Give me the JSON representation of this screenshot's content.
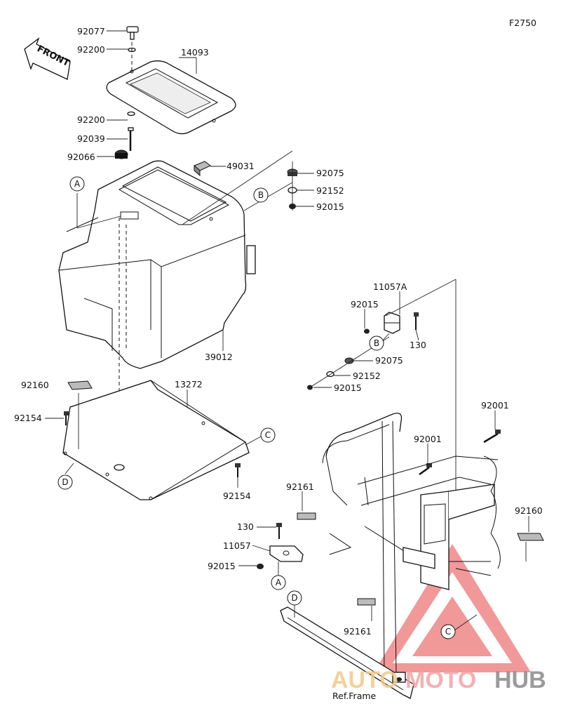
{
  "diagram_id": "F2750",
  "front_label": "FRONT",
  "parts": {
    "p92077": "92077",
    "p92200_top": "92200",
    "p14093": "14093",
    "p92200_mid": "92200",
    "p92039": "92039",
    "p92066": "92066",
    "p49031": "49031",
    "p92075_top": "92075",
    "p92152_top": "92152",
    "p92015_top": "92015",
    "p39012": "39012",
    "p11057A": "11057A",
    "p92015_right": "92015",
    "p130_right": "130",
    "p92075_mid": "92075",
    "p92152_mid": "92152",
    "p92015_mid": "92015",
    "p92160_left": "92160",
    "p13272": "13272",
    "p92154_left": "92154",
    "p92154_bottom": "92154",
    "p92001_top": "92001",
    "p92001_mid": "92001",
    "p92161_upper": "92161",
    "p92160_right": "92160",
    "p130_left": "130",
    "p11057": "11057",
    "p92015_left": "92015",
    "p92161_lower": "92161",
    "ref_frame": "Ref.Frame"
  },
  "callouts": {
    "A1": "A",
    "A2": "A",
    "B1": "B",
    "B2": "B",
    "C1": "C",
    "C2": "C",
    "D1": "D",
    "D2": "D"
  },
  "watermark": {
    "part1": "AUTO",
    "part2": "MOTO",
    "part3": "HUB"
  }
}
